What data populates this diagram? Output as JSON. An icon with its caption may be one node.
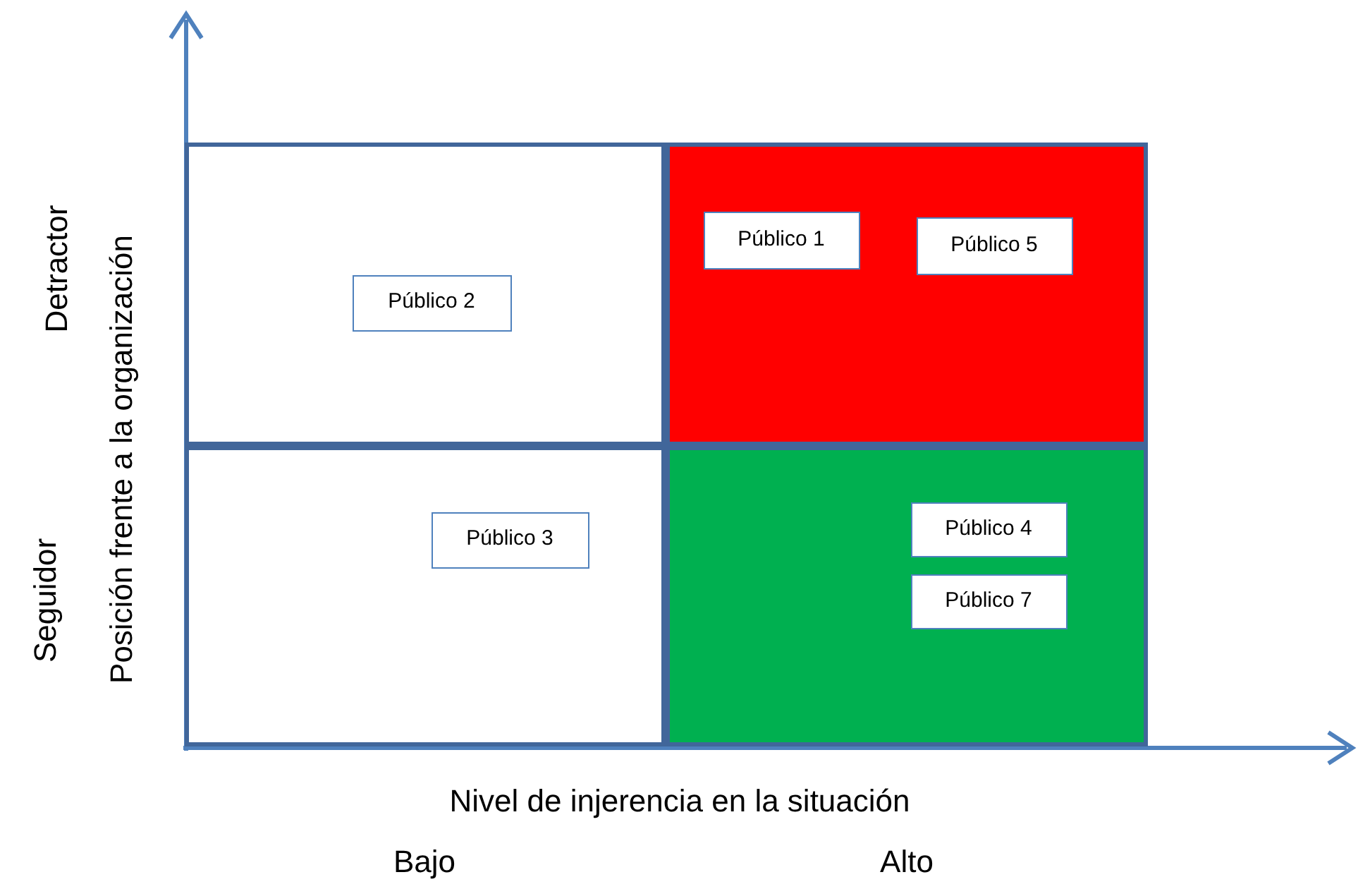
{
  "diagram": {
    "nodes": [
      {
        "text": [],
        "shape": "box"
      },
      {
        "text": [
          "Público 2"
        ],
        "in": 0
      },
      {
        "text": [],
        "shape": "box"
      },
      {
        "text": [
          "Público 1"
        ],
        "in": 2
      },
      {
        "text": [
          "Público 5"
        ],
        "in": 2
      },
      {
        "text": [],
        "shape": "box"
      },
      {
        "text": [
          "Público 3"
        ],
        "in": 5
      },
      {
        "text": [],
        "shape": "box"
      },
      {
        "text": [
          "Público 4"
        ],
        "in": 7
      },
      {
        "text": [
          "Público 7"
        ],
        "in": 7
      }
    ],
    "edges": [],
    "labels": [
      "Detractor",
      "Seguidor",
      "Posición frente a la organización",
      "Nivel de injerencia en la situación",
      "Bajo",
      "Alto"
    ]
  }
}
